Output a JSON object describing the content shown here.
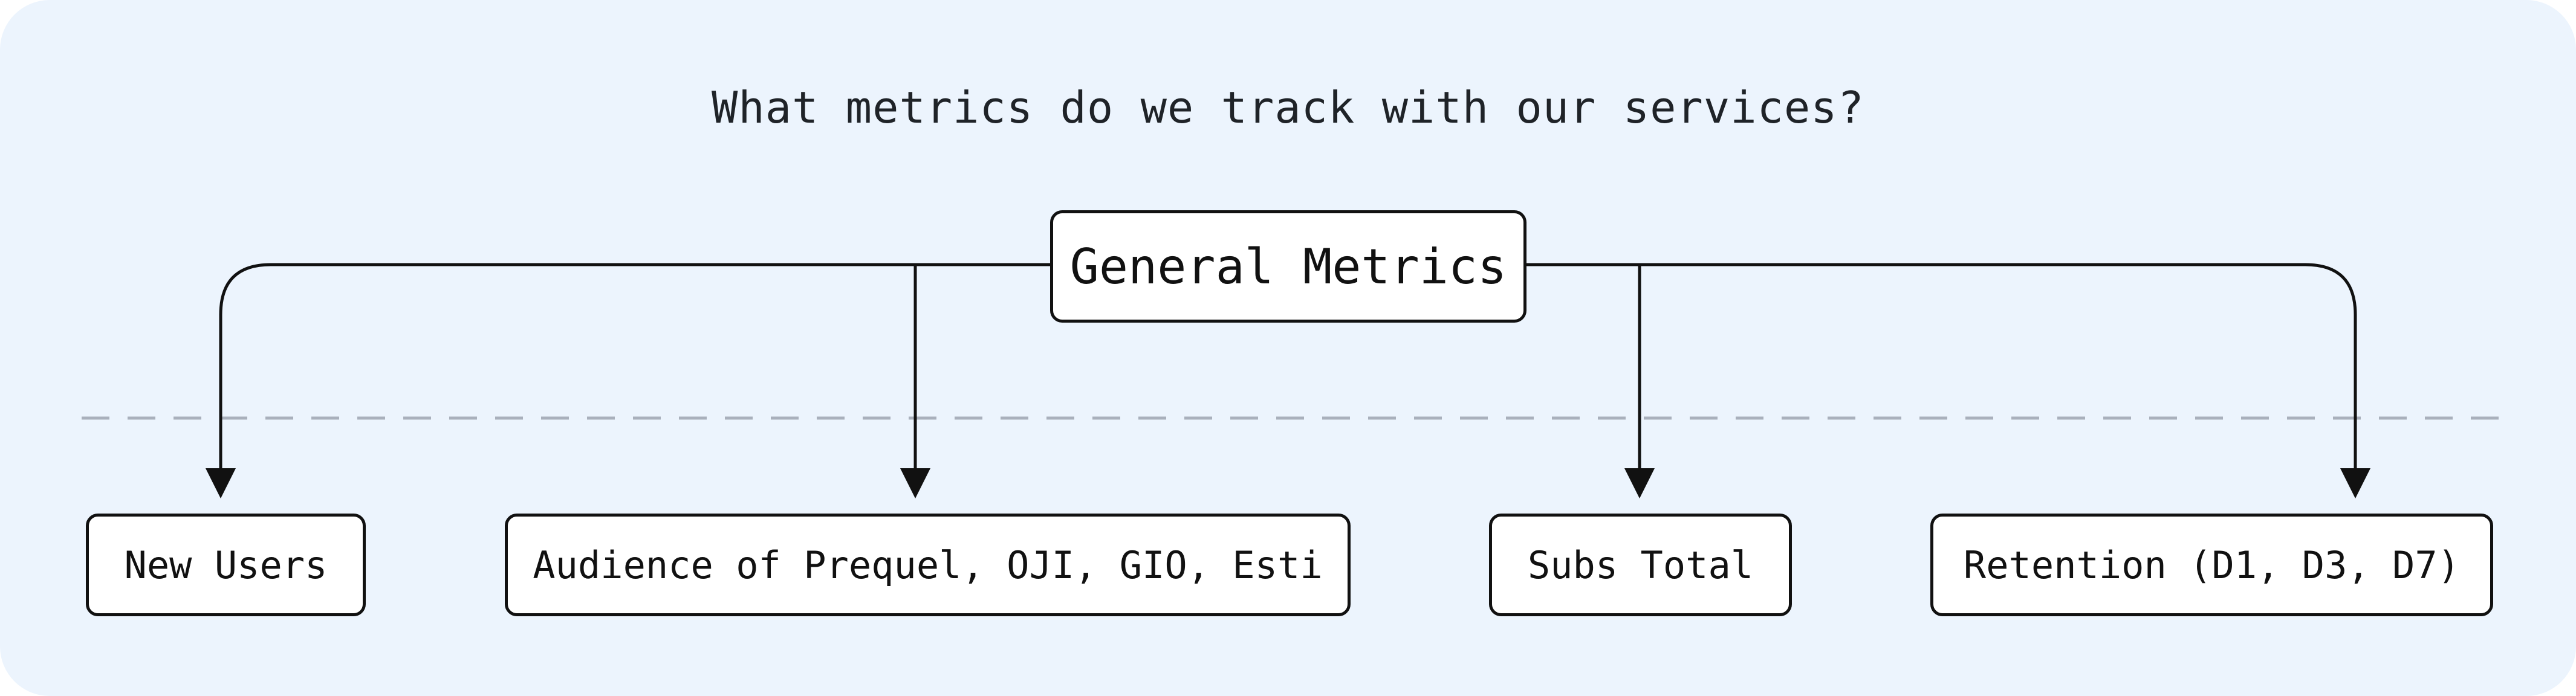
{
  "diagram": {
    "title": "What metrics do we track with our services?",
    "root": {
      "label": "General Metrics"
    },
    "children": [
      {
        "label": "New Users"
      },
      {
        "label": "Audience of Prequel, OJI, GIO, Esti"
      },
      {
        "label": "Subs Total"
      },
      {
        "label": "Retention (D1, D3, D7)"
      }
    ]
  },
  "colors": {
    "background": "#ecf4fd",
    "node_fill": "#ffffff",
    "stroke": "#111111",
    "divider": "#a9b0bc"
  }
}
